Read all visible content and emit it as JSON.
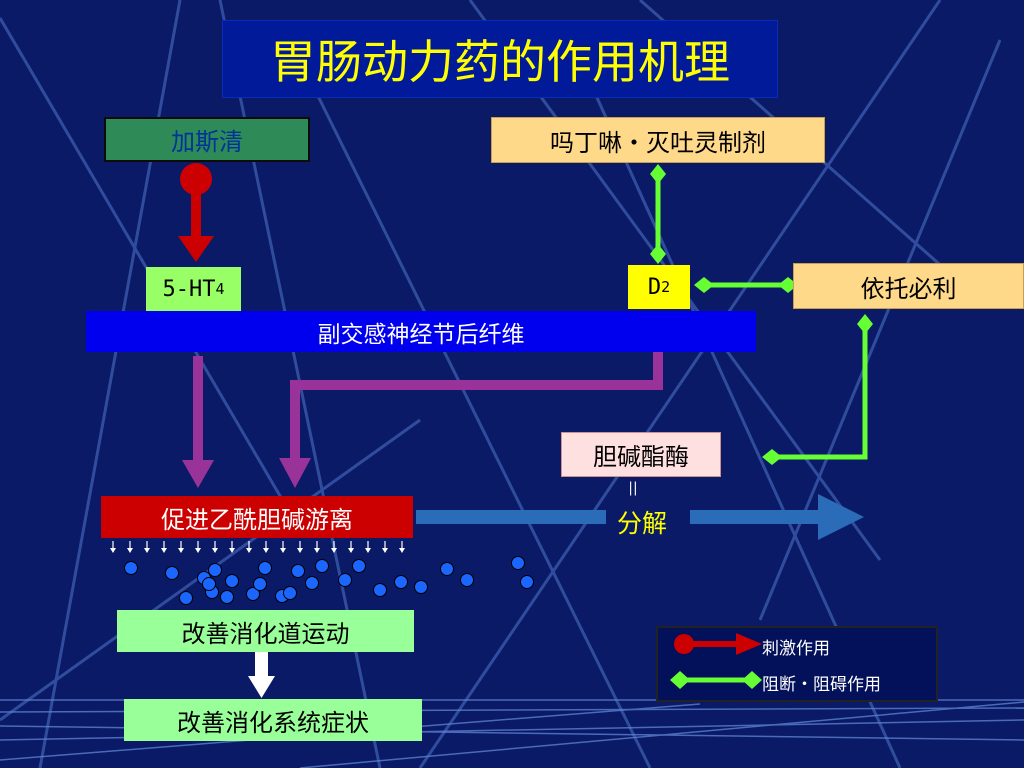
{
  "title": "胃肠动力药的作用机理",
  "boxes": {
    "gastrin": "加斯清",
    "domperidone": "吗丁啉・灭吐灵制剂",
    "receptor_5ht": "5-HT",
    "receptor_5ht_sub": "4",
    "receptor_d": "D",
    "receptor_d_sub": "2",
    "itopride": "依托必利",
    "fiber": "副交感神经节后纤维",
    "cholinesterase": "胆碱酯酶",
    "equals": "||",
    "decompose": "分解",
    "ach_release": "促进乙酰胆碱游离",
    "motility": "改善消化道运动",
    "symptom": "改善消化系统症状"
  },
  "legend": {
    "stimulate": "刺激作用",
    "block": "阻断・阻碍作用"
  },
  "colors": {
    "background": "#0a1a66",
    "title_text": "#ffff00",
    "stimulate_arrow": "#cc0000",
    "block_line": "#66ff33",
    "purple_arrow": "#993399",
    "blue_arrow": "#2b6cb8",
    "molecule": "#1a66ff"
  }
}
